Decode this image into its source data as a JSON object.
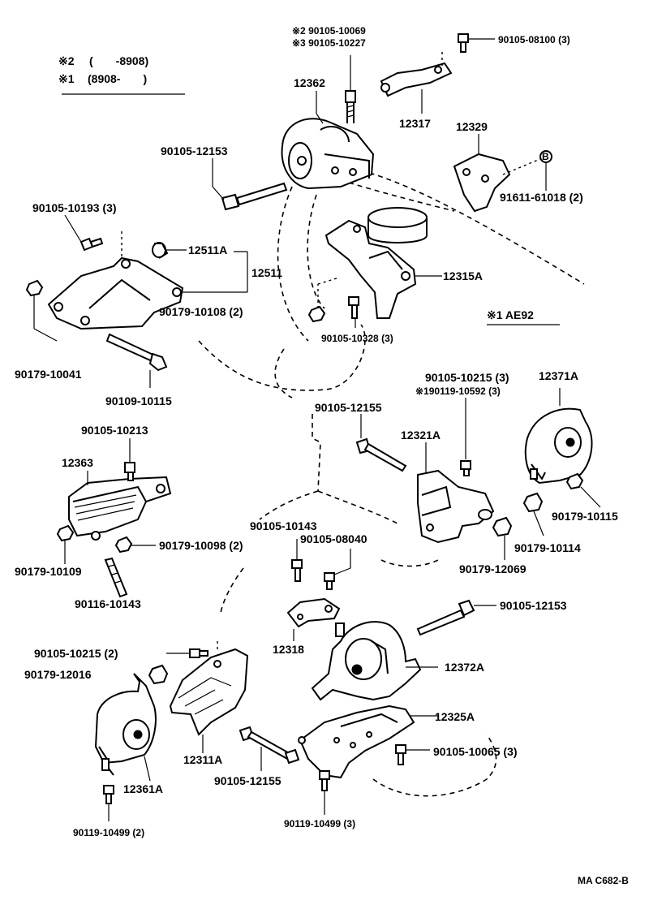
{
  "legend": {
    "l2_mark": "※2",
    "l2_text": "(　　-8908)",
    "l1_mark": "※1",
    "l1_text": "(8908-　　)"
  },
  "variant_label": "※1 AE92",
  "doc_code": "MA C682-B",
  "callouts": {
    "p_90105_10069": "※2 90105-10069",
    "p_90105_10227": "※3 90105-10227",
    "p_90105_08100": "90105-08100 (3)",
    "p_12362": "12362",
    "p_12317": "12317",
    "p_12329": "12329",
    "p_90105_12153_top": "90105-12153",
    "p_91611_61018": "91611-61018 (2)",
    "p_90105_10193": "90105-10193 (3)",
    "p_12511A": "12511A",
    "p_12511": "12511",
    "p_12315A": "12315A",
    "p_90179_10108": "90179-10108 (2)",
    "p_90105_10328": "90105-10328 (3)",
    "p_90179_10041": "90179-10041",
    "p_90109_10115": "90109-10115",
    "p_90105_10215_3": "90105-10215 (3)",
    "p_90119_10592": "※190119-10592 (3)",
    "p_12371A": "12371A",
    "p_90105_12155_mid": "90105-12155",
    "p_12321A": "12321A",
    "p_90105_10213": "90105-10213",
    "p_12363": "12363",
    "p_90179_10115": "90179-10115",
    "p_90179_10114": "90179-10114",
    "p_90105_10143": "90105-10143",
    "p_90105_08040": "90105-08040",
    "p_90179_10098": "90179-10098 (2)",
    "p_90179_12069": "90179-12069",
    "p_90179_10109": "90179-10109",
    "p_90116_10143": "90116-10143",
    "p_90105_12153_bot": "90105-12153",
    "p_90105_10215_2": "90105-10215 (2)",
    "p_12318": "12318",
    "p_90179_12016": "90179-12016",
    "p_12372A": "12372A",
    "p_12325A": "12325A",
    "p_12311A": "12311A",
    "p_90105_10065": "90105-10065 (3)",
    "p_12361A": "12361A",
    "p_90105_12155_bot": "90105-12155",
    "p_90119_10499_2": "90119-10499 (2)",
    "p_90119_10499_3": "90119-10499 (3)",
    "b_marker": "B"
  }
}
